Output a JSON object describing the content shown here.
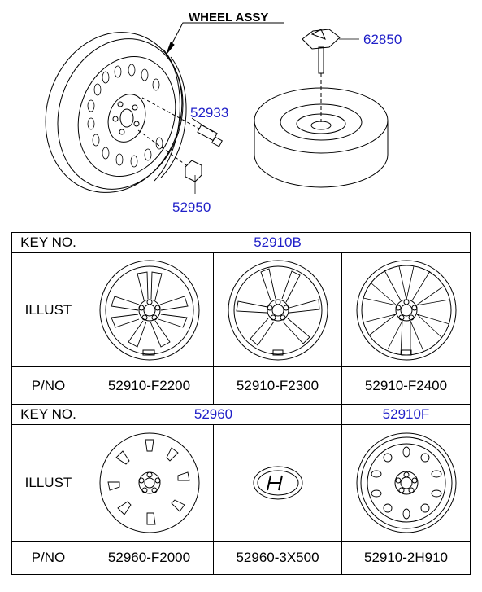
{
  "diagram": {
    "assembly_label": "WHEEL ASSY",
    "callouts": [
      "62850",
      "52933",
      "52950"
    ]
  },
  "table": {
    "block1": {
      "key_label": "KEY NO.",
      "key_value": "52910B",
      "illust_label": "ILLUST",
      "pno_label": "P/NO",
      "parts": [
        "52910-F2200",
        "52910-F2300",
        "52910-F2400"
      ],
      "illustrations": [
        "alloy-wheel-5-double-spoke-icon",
        "alloy-wheel-5-split-spoke-icon",
        "alloy-wheel-multi-spoke-icon"
      ]
    },
    "block2": {
      "key_label": "KEY NO.",
      "key_values": [
        "52960",
        "52910F"
      ],
      "illust_label": "ILLUST",
      "pno_label": "P/NO",
      "parts": [
        "52960-F2000",
        "52960-3X500",
        "52910-2H910"
      ],
      "illustrations": [
        "wheel-cover-icon",
        "hub-cap-logo-icon",
        "steel-wheel-icon"
      ]
    }
  },
  "colors": {
    "part_number": "#1f1fc8",
    "line": "#000000"
  }
}
